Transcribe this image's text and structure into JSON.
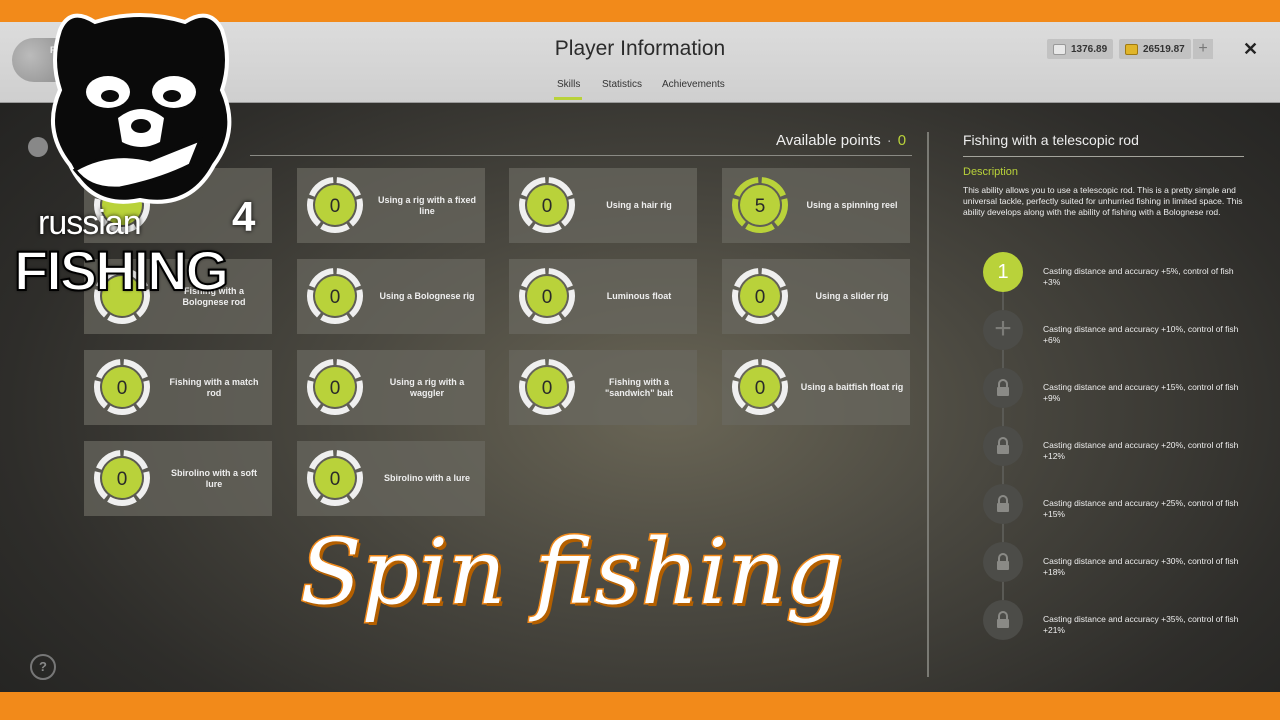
{
  "window": {
    "title": "Player Information",
    "left_tab_label": "Fishi",
    "tabs": [
      {
        "label": "Skills",
        "active": true
      },
      {
        "label": "Statistics",
        "active": false
      },
      {
        "label": "Achievements",
        "active": false
      }
    ],
    "currency_silver": "1376.89",
    "currency_gold": "26519.87",
    "add_label": "+",
    "close_label": "✕"
  },
  "skills": {
    "available_label": "Available points",
    "available_sep": "·",
    "available_value": "0",
    "cards": [
      {
        "label": "",
        "value": "",
        "icon": "skill-ring"
      },
      {
        "label": "Using a rig with a fixed line",
        "value": "0",
        "icon": "skill-ring"
      },
      {
        "label": "Using a hair rig",
        "value": "0",
        "icon": "skill-ring"
      },
      {
        "label": "Using a spinning reel",
        "value": "5",
        "icon": "skill-ring"
      },
      {
        "label": "Fishing with a Bolognese rod",
        "value": "",
        "icon": "skill-ring"
      },
      {
        "label": "Using a Bolognese rig",
        "value": "0",
        "icon": "skill-ring"
      },
      {
        "label": "Luminous float",
        "value": "0",
        "icon": "skill-ring"
      },
      {
        "label": "Using a slider rig",
        "value": "0",
        "icon": "skill-ring"
      },
      {
        "label": "Fishing with a match rod",
        "value": "0",
        "icon": "skill-ring"
      },
      {
        "label": "Using a rig with a waggler",
        "value": "0",
        "icon": "skill-ring"
      },
      {
        "label": "Fishing with a \"sandwich\" bait",
        "value": "0",
        "icon": "skill-ring"
      },
      {
        "label": "Using a baitfish float rig",
        "value": "0",
        "icon": "skill-ring"
      },
      {
        "label": "Sbirolino with a soft lure",
        "value": "0",
        "icon": "skill-ring"
      },
      {
        "label": "Sbirolino with a lure",
        "value": "0",
        "icon": "skill-ring"
      }
    ]
  },
  "detail": {
    "title": "Fishing with a telescopic rod",
    "description_heading": "Description",
    "description": "This ability allows you to use a telescopic rod. This is a pretty simple and universal tackle, perfectly suited for unhurried fishing in limited space. This ability develops along with the ability of fishing with a Bolognese rod.",
    "levels": [
      {
        "state": "unlocked",
        "badge": "1",
        "text": "Casting distance and accuracy +5%, control of fish +3%"
      },
      {
        "state": "available",
        "badge": "+",
        "text": "Casting distance and accuracy +10%, control of fish +6%"
      },
      {
        "state": "locked",
        "badge": "",
        "text": "Casting distance and accuracy +15%, control of fish +9%"
      },
      {
        "state": "locked",
        "badge": "",
        "text": "Casting distance and accuracy +20%, control of fish +12%"
      },
      {
        "state": "locked",
        "badge": "",
        "text": "Casting distance and accuracy +25%, control of fish +15%"
      },
      {
        "state": "locked",
        "badge": "",
        "text": "Casting distance and accuracy +30%, control of fish +18%"
      },
      {
        "state": "locked",
        "badge": "",
        "text": "Casting distance and accuracy +35%, control of fish +21%"
      }
    ]
  },
  "help_label": "?",
  "overlay": {
    "logo_word1": "russian",
    "logo_number": "4",
    "logo_word2": "FISHING",
    "banner": "Spin fishing"
  },
  "colors": {
    "accent": "#b9d23a",
    "frame_orange": "#f28a1a"
  }
}
